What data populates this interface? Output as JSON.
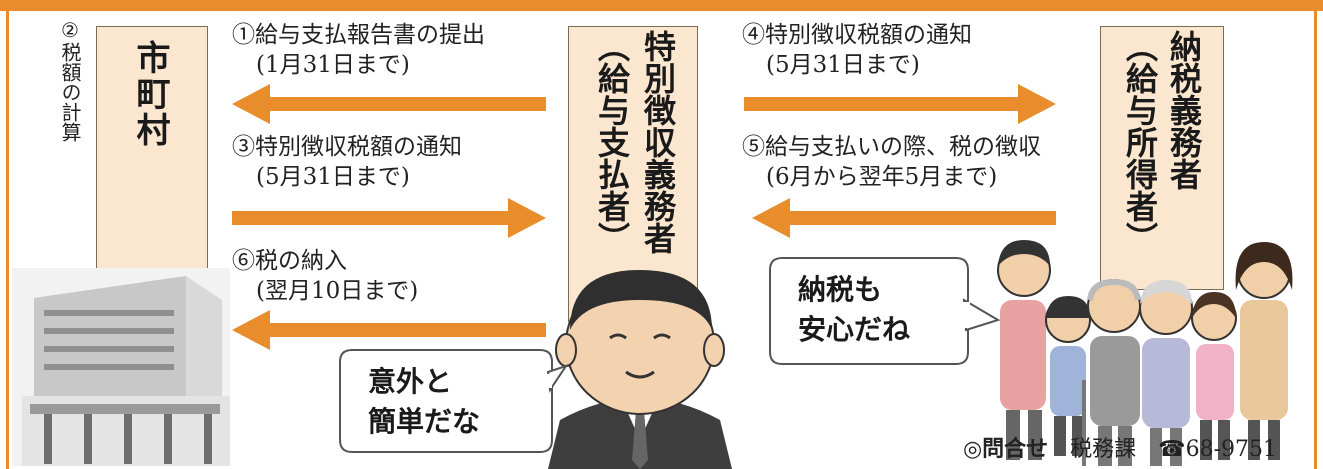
{
  "side_label": {
    "number": "②",
    "text": "税額の計算"
  },
  "boxes": {
    "municipality": "市町村",
    "employer": {
      "main": "特別徴収義務者",
      "sub": "（給与支払者）"
    },
    "taxpayer": {
      "main": "納税義務者",
      "sub": "（給与所得者）"
    }
  },
  "steps": [
    {
      "id": "step1",
      "title": "①給与支払報告書の提出",
      "deadline": "(1月31日まで)"
    },
    {
      "id": "step3",
      "title": "③特別徴収税額の通知",
      "deadline": "(5月31日まで)"
    },
    {
      "id": "step6",
      "title": "⑥税の納入",
      "deadline": "(翌月10日まで)"
    },
    {
      "id": "step4",
      "title": "④特別徴収税額の通知",
      "deadline": "(5月31日まで)"
    },
    {
      "id": "step5",
      "title": "⑤給与支払いの際、税の徴収",
      "deadline": "(6月から翌年5月まで)"
    }
  ],
  "bubbles": {
    "employer": [
      "意外と",
      "簡単だな"
    ],
    "family": [
      "納税も",
      "安心だね"
    ]
  },
  "contact": {
    "label": "◎問合せ",
    "department": "税務課",
    "phone_symbol": "☎",
    "phone": "68-9751"
  },
  "colors": {
    "arrow": "#e98c2c",
    "box_fill": "#fbe7cf",
    "frame": "#e98c2c"
  }
}
